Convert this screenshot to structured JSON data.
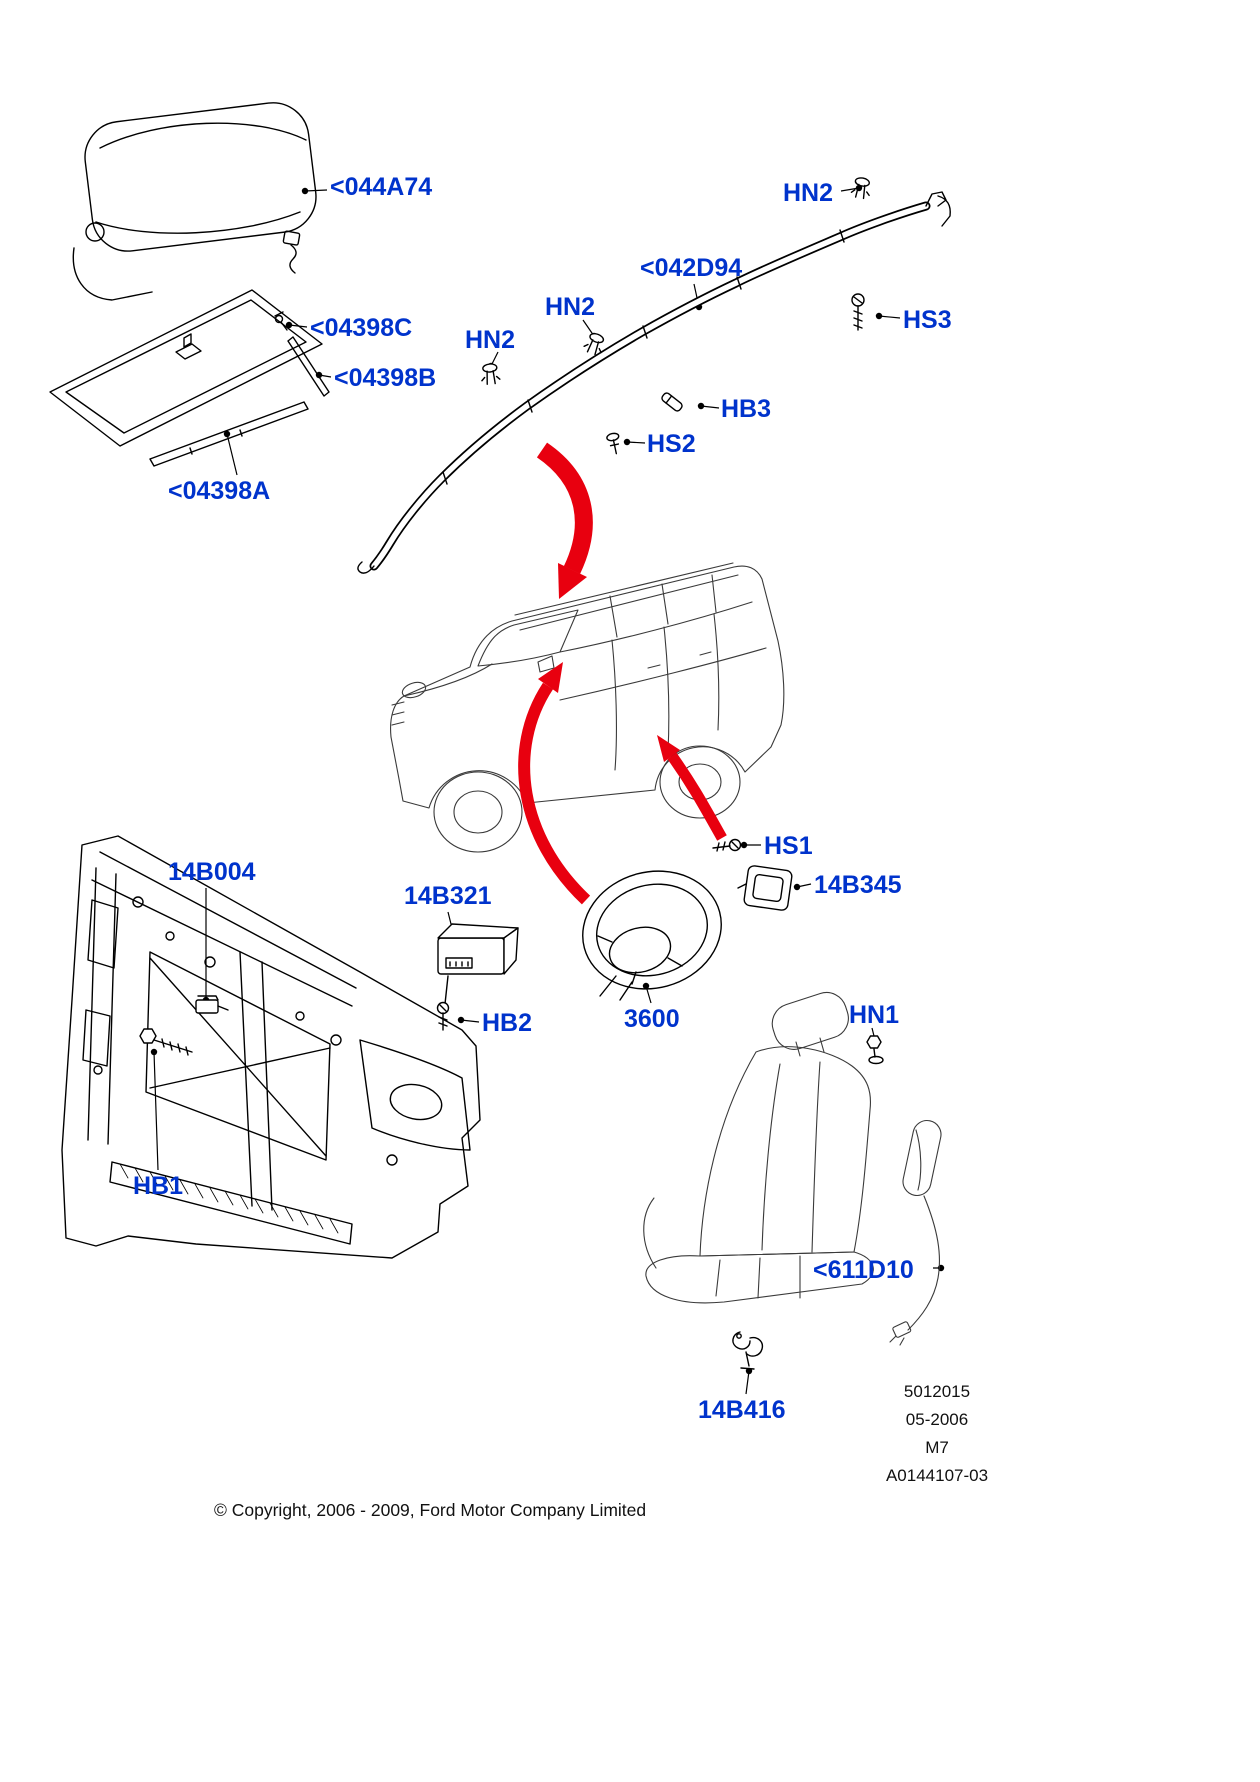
{
  "colors": {
    "label": "#0033cc",
    "arrow": "#e8000f",
    "line": "#000000"
  },
  "labels": {
    "p044A74": "<044A74",
    "hn2": "HN2",
    "p042D94": "<042D94",
    "hs3": "HS3",
    "p04398C": "<04398C",
    "p04398B": "<04398B",
    "hb3": "HB3",
    "hs2": "HS2",
    "p04398A": "<04398A",
    "p14B004": "14B004",
    "p14B321": "14B321",
    "hb2": "HB2",
    "hs1": "HS1",
    "p14B345": "14B345",
    "p3600": "3600",
    "hn1": "HN1",
    "hb1": "HB1",
    "p611D10": "<611D10",
    "p14B416": "14B416"
  },
  "footer": {
    "copyright": "© Copyright, 2006 - 2009, Ford Motor Company Limited",
    "ref": {
      "line1": "5012015",
      "line2": "05-2006",
      "line3": "M7",
      "line4": "A0144107-03"
    }
  }
}
